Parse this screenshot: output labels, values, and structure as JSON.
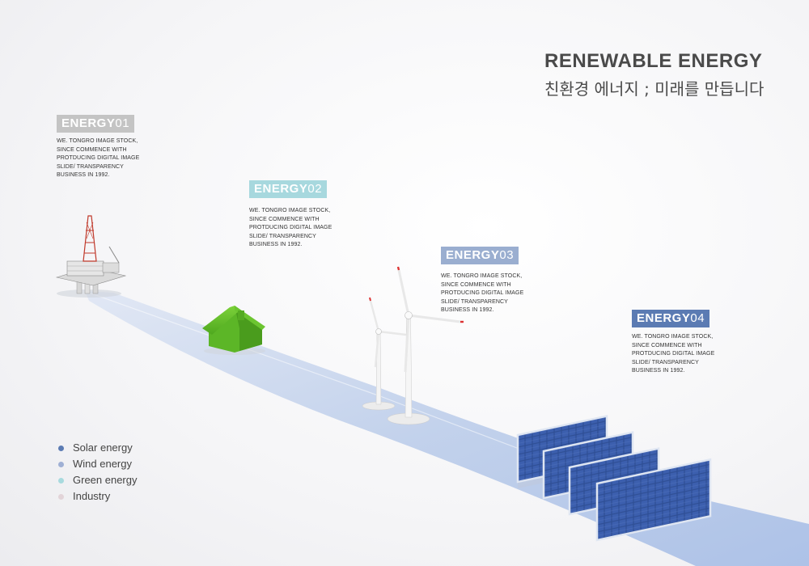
{
  "header": {
    "title": "RENEWABLE ENERGY",
    "subtitle": "친환경 에너지 ; 미래를 만듭니다"
  },
  "sections": [
    {
      "tag_bold": "ENERGY",
      "tag_num": "01",
      "color": "#c4c4c4",
      "description": "WE. TONGRO IMAGE STOCK, SINCE COMMENCE WITH PROTDUCING DIGITAL IMAGE SLIDE/ TRANSPARENCY BUSINESS IN 1992."
    },
    {
      "tag_bold": "ENERGY",
      "tag_num": "02",
      "color": "#a7d8de",
      "description": "WE. TONGRO IMAGE STOCK, SINCE COMMENCE WITH PROTDUCING DIGITAL IMAGE SLIDE/ TRANSPARENCY BUSINESS IN 1992."
    },
    {
      "tag_bold": "ENERGY",
      "tag_num": "03",
      "color": "#9aaed0",
      "description": "WE. TONGRO IMAGE STOCK, SINCE COMMENCE WITH PROTDUCING DIGITAL IMAGE SLIDE/ TRANSPARENCY BUSINESS IN 1992."
    },
    {
      "tag_bold": "ENERGY",
      "tag_num": "04",
      "color": "#5b7bb3",
      "description": "WE. TONGRO IMAGE STOCK, SINCE COMMENCE WITH PROTDUCING DIGITAL IMAGE SLIDE/ TRANSPARENCY BUSINESS IN 1992."
    }
  ],
  "legend": [
    {
      "label": "Solar energy",
      "color": "#5b7bb3"
    },
    {
      "label": "Wind energy",
      "color": "#9fb0d4"
    },
    {
      "label": "Green energy",
      "color": "#a8dade"
    },
    {
      "label": "Industry",
      "color": "#e2d4d8"
    }
  ],
  "illustrations": [
    "oil-platform-icon",
    "house-icon",
    "wind-turbine-icon",
    "solar-panel-icon"
  ]
}
